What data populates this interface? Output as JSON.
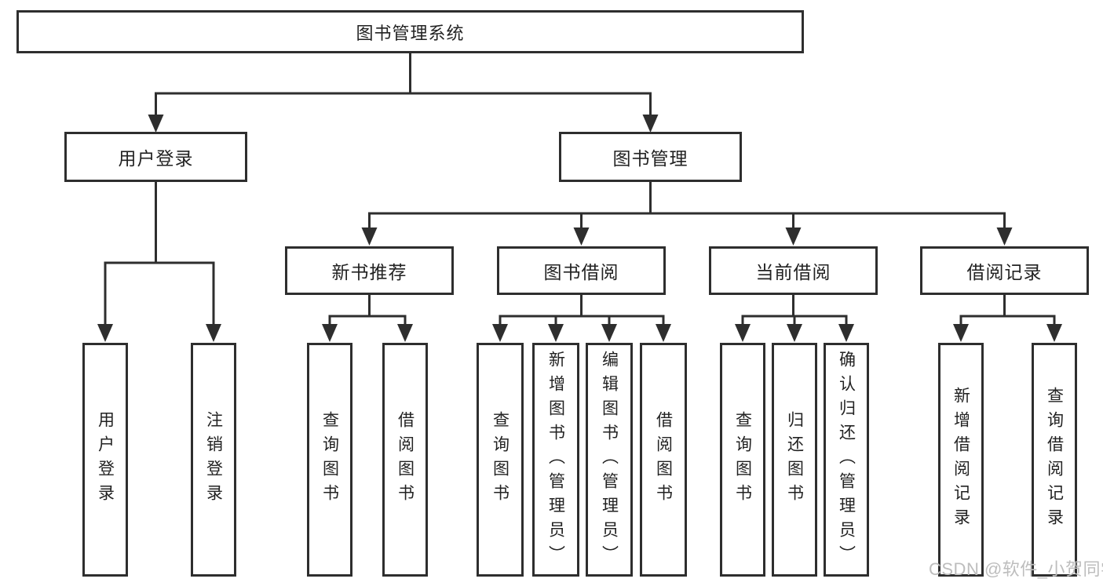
{
  "colors": {
    "line": "#2e2e2e",
    "box_border": "#2e2e2e",
    "text": "#222222",
    "watermark": "#bdbdbd",
    "background": "#ffffff"
  },
  "watermark": {
    "text": "CSDN @软件_小贺同学"
  },
  "tree": {
    "root": {
      "label": "图书管理系统",
      "children": [
        {
          "label": "用户登录",
          "children": [
            {
              "label": "用户登录"
            },
            {
              "label": "注销登录"
            }
          ]
        },
        {
          "label": "图书管理",
          "children": [
            {
              "label": "新书推荐",
              "children": [
                {
                  "label": "查询图书"
                },
                {
                  "label": "借阅图书"
                }
              ]
            },
            {
              "label": "图书借阅",
              "children": [
                {
                  "label": "查询图书"
                },
                {
                  "label": "新增图书（管理员）"
                },
                {
                  "label": "编辑图书（管理员）"
                },
                {
                  "label": "借阅图书"
                }
              ]
            },
            {
              "label": "当前借阅",
              "children": [
                {
                  "label": "查询图书"
                },
                {
                  "label": "归还图书"
                },
                {
                  "label": "确认归还（管理员）"
                }
              ]
            },
            {
              "label": "借阅记录",
              "children": [
                {
                  "label": "新增借阅记录"
                },
                {
                  "label": "查询借阅记录"
                }
              ]
            }
          ]
        }
      ]
    }
  }
}
